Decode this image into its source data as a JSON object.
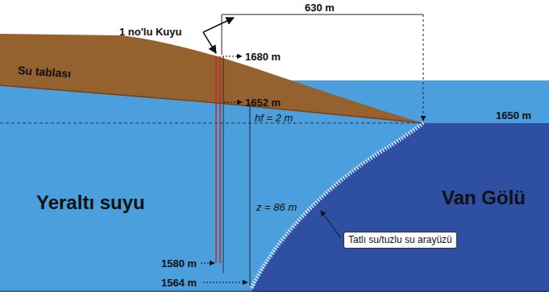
{
  "diagram": {
    "labels": [
      "1 no'lu Kuyu",
      "630 m",
      "1680 m",
      "Su tablası",
      "1652 m",
      "hf = 2 m",
      "1650 m",
      "Yeraltı suyu",
      "Van Gölü",
      "z = 86 m",
      "Tatlı su/tuzlu su arayüzü",
      "1580 m",
      "1564 m"
    ]
  }
}
